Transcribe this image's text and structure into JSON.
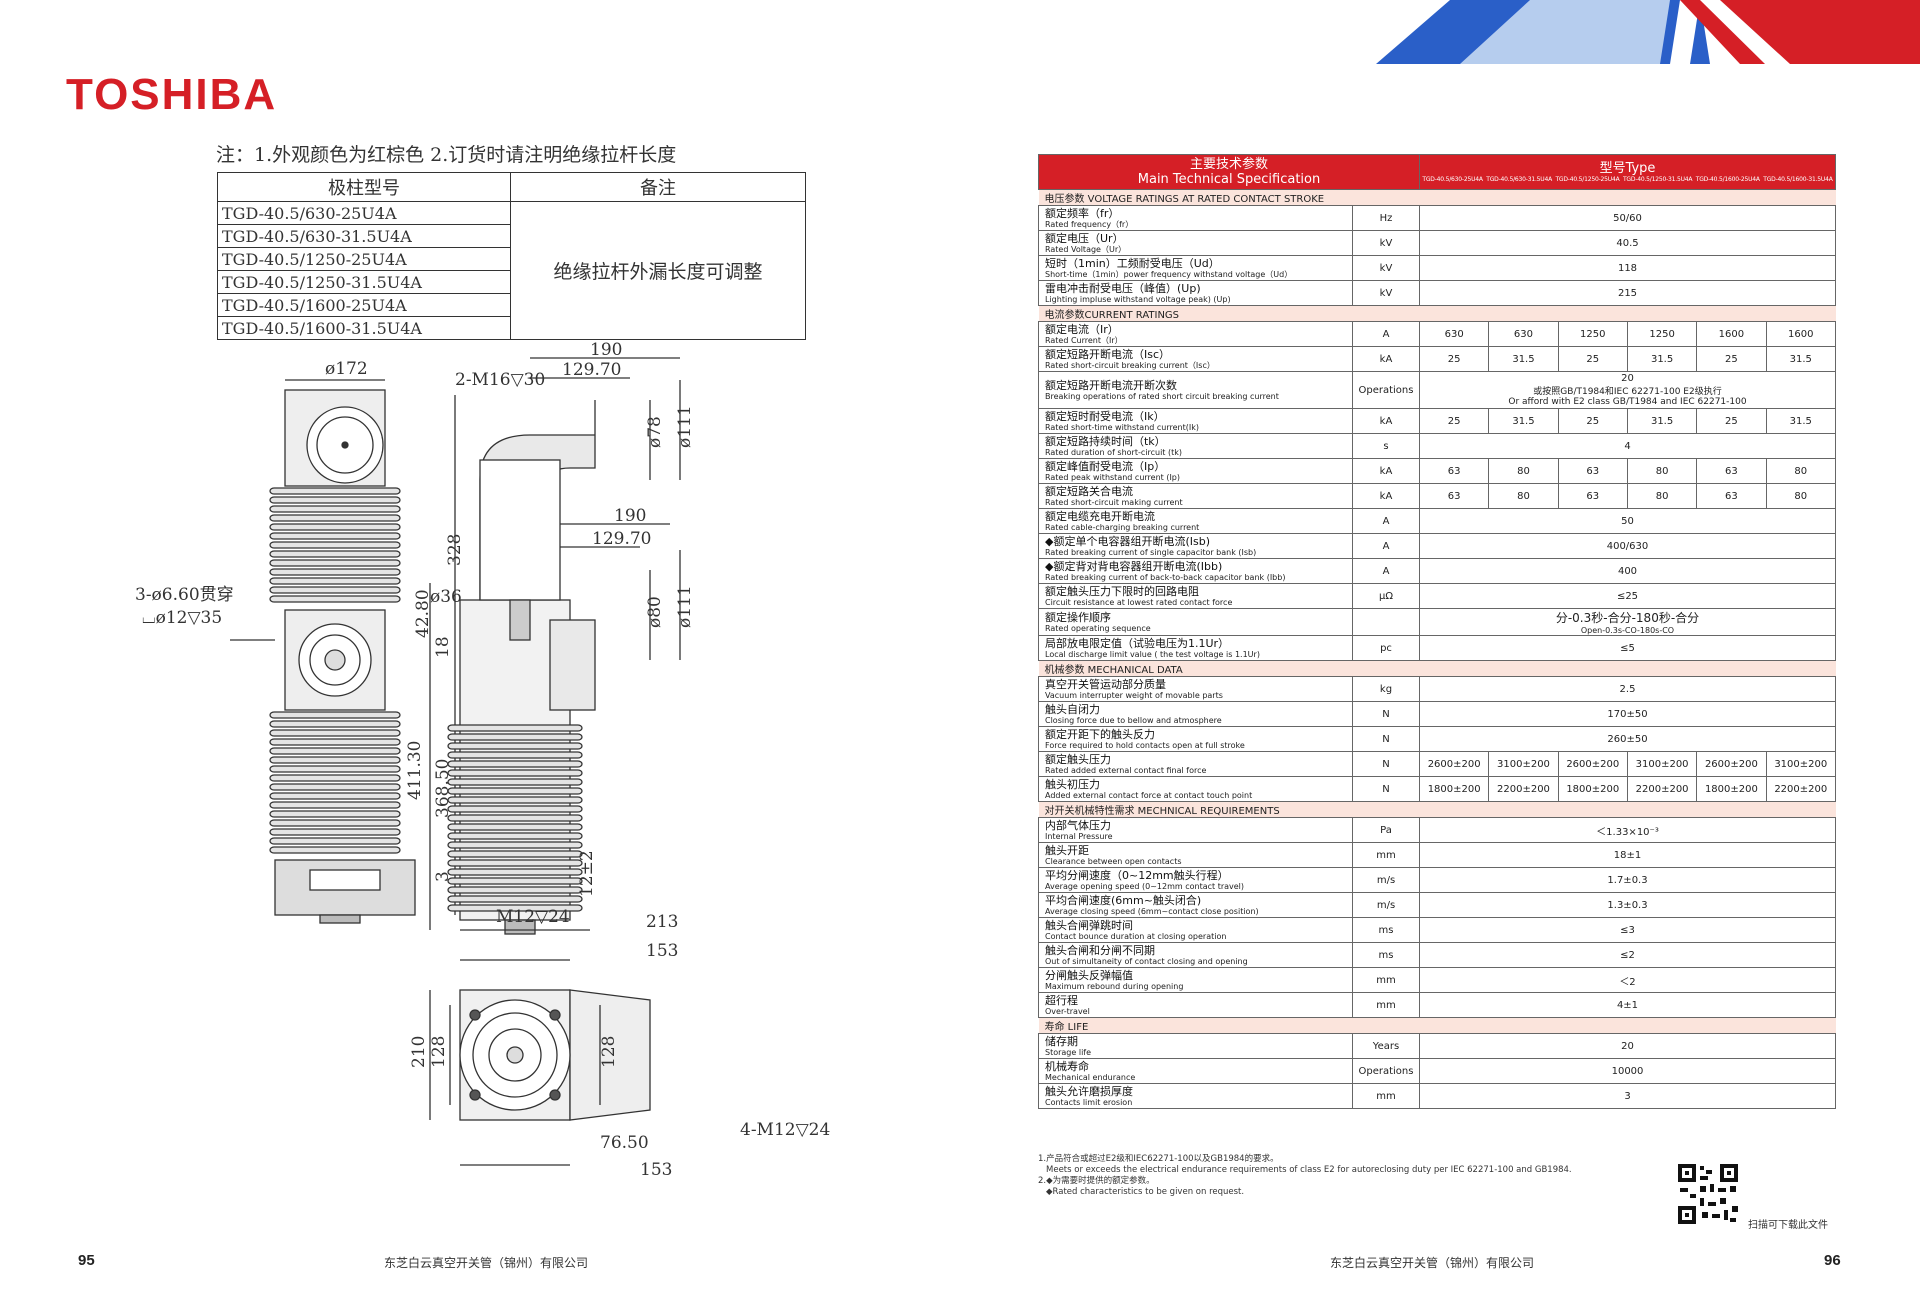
{
  "brand": {
    "logo": "TOSHIBA"
  },
  "left": {
    "note": "注：1.外观颜色为红棕色 2.订货时请注明绝缘拉杆长度",
    "models_table": {
      "headers": [
        "极柱型号",
        "备注"
      ],
      "models": [
        "TGD-40.5/630-25U4A",
        "TGD-40.5/630-31.5U4A",
        "TGD-40.5/1250-25U4A",
        "TGD-40.5/1250-31.5U4A",
        "TGD-40.5/1600-25U4A",
        "TGD-40.5/1600-31.5U4A"
      ],
      "remark": "绝缘拉杆外漏长度可调整"
    },
    "dims": {
      "d172": "ø172",
      "m16": "2-M16▽30",
      "h328": "328",
      "holes1": "3-ø6.60贯穿",
      "holes2": "⌴ø12▽35",
      "d36": "ø36",
      "h18": "18",
      "h368": "368.50",
      "h3": "3",
      "w190a": "190",
      "w129a": "129.70",
      "d78": "ø78",
      "d111a": "ø111",
      "w190b": "190",
      "w129b": "129.70",
      "h42": "42.80",
      "d80": "ø80",
      "d111b": "ø111",
      "h411": "411.30",
      "h12": "12±2",
      "m12": "M12▽24",
      "w213": "213",
      "w153a": "153",
      "h210": "210",
      "h128a": "128",
      "h128b": "128",
      "m12b": "4-M12▽24",
      "w76": "76.50",
      "w153b": "153"
    },
    "page_number": "95",
    "footer": "东芝白云真空开关管（锦州）有限公司"
  },
  "right": {
    "header": {
      "spec_cn": "主要技术参数",
      "spec_en": "Main Technical Specification",
      "type_label": "型号Type",
      "types": [
        "TGD-40.5/630-25U4A",
        "TGD-40.5/630-31.5U4A",
        "TGD-40.5/1250-25U4A",
        "TGD-40.5/1250-31.5U4A",
        "TGD-40.5/1600-25U4A",
        "TGD-40.5/1600-31.5U4A"
      ]
    },
    "sections": {
      "voltage": "电压参数 VOLTAGE RATINGS AT RATED CONTACT STROKE",
      "current": "电流参数CURRENT RATINGS",
      "mech": "机械参数 MECHANICAL DATA",
      "req": "对开关机械特性需求 MECHNICAL  REQUIREMENTS",
      "life": "寿命 LIFE"
    },
    "rows": {
      "freq": {
        "cn": "额定频率（fr）",
        "en": "Rated frequency（fr）",
        "unit": "Hz",
        "val": "50/60"
      },
      "volt": {
        "cn": "额定电压（Ur）",
        "en": "Rated Voltage（Ur）",
        "unit": "kV",
        "val": "40.5"
      },
      "short": {
        "cn": "短时（1min）工频耐受电压（Ud）",
        "en": "Short-time（1min）power frequency withstand voltage（Ud）",
        "unit": "kV",
        "val": "118"
      },
      "light": {
        "cn": "雷电冲击耐受电压（峰值）(Up)",
        "en": "Lighting impluse  withstand voltage peak) (Up)",
        "unit": "kV",
        "val": "215"
      },
      "ir": {
        "cn": "额定电流（Ir）",
        "en": "Rated Current（Ir）",
        "unit": "A",
        "vals": [
          "630",
          "630",
          "1250",
          "1250",
          "1600",
          "1600"
        ]
      },
      "isc": {
        "cn": "额定短路开断电流（Isc）",
        "en": "Rated short-circuit breaking current（Isc）",
        "unit": "kA",
        "vals": [
          "25",
          "31.5",
          "25",
          "31.5",
          "25",
          "31.5"
        ]
      },
      "ops": {
        "cn": "额定短路开断电流开断次数",
        "en": "Breaking operations of rated short circuit breaking current",
        "unit": "Operations",
        "val": "20",
        "val2": "或按照GB/T1984和IEC 62271-100 E2级执行",
        "val3": "Or afford with E2 class GB/T1984 and IEC 62271-100"
      },
      "ik": {
        "cn": "额定短时耐受电流（Ik）",
        "en": "Rated short-time withstand current(Ik)",
        "unit": "kA",
        "vals": [
          "25",
          "31.5",
          "25",
          "31.5",
          "25",
          "31.5"
        ]
      },
      "tk": {
        "cn": "额定短路持续时间（tk）",
        "en": "Rated duration of short-circuit (tk)",
        "unit": "s",
        "val": "4"
      },
      "ip": {
        "cn": "额定峰值耐受电流（Ip）",
        "en": "Rated peak withstand current (Ip)",
        "unit": "kA",
        "vals": [
          "63",
          "80",
          "63",
          "80",
          "63",
          "80"
        ]
      },
      "make": {
        "cn": "额定短路关合电流",
        "en": "Rated short-circuit making current",
        "unit": "kA",
        "vals": [
          "63",
          "80",
          "63",
          "80",
          "63",
          "80"
        ]
      },
      "cable": {
        "cn": "额定电缆充电开断电流",
        "en": "Rated cable-charging breaking current",
        "unit": "A",
        "val": "50"
      },
      "isb": {
        "cn": "◆额定单个电容器组开断电流(Isb)",
        "en": "Rated breaking current of single capacitor bank (Isb)",
        "unit": "A",
        "val": "400/630"
      },
      "ibb": {
        "cn": "◆额定背对背电容器组开断电流(Ibb)",
        "en": "Rated breaking current of back-to-back capacitor bank (Ibb)",
        "unit": "A",
        "val": "400"
      },
      "res": {
        "cn": "额定触头压力下限时的回路电阻",
        "en": "Circuit resistance at lowest rated contact force",
        "unit": "μΩ",
        "val": "≤25"
      },
      "seq": {
        "cn": "额定操作顺序",
        "en": "Rated operating sequence",
        "unit": "",
        "val": "分-0.3秒-合分-180秒-合分",
        "val2": "Open-0.3s-CO-180s-CO"
      },
      "pd": {
        "cn": "局部放电限定值（试验电压为1.1Ur）",
        "en": "Local discharge limit value ( the test voltage is 1.1Ur)",
        "unit": "pc",
        "val": "≤5"
      },
      "weight": {
        "cn": "真空开关管运动部分质量",
        "en": "Vacuum interrupter weight of movable parts",
        "unit": "kg",
        "val": "2.5"
      },
      "self": {
        "cn": "触头自闭力",
        "en": "Closing force due to bellow and atmosphere",
        "unit": "N",
        "val": "170±50"
      },
      "react": {
        "cn": "额定开距下的触头反力",
        "en": "Force required to hold contacts open at full stroke",
        "unit": "N",
        "val": "260±50"
      },
      "cforce": {
        "cn": "额定触头压力",
        "en": "Rated added external contact final force",
        "unit": "N",
        "vals": [
          "2600±200",
          "3100±200",
          "2600±200",
          "3100±200",
          "2600±200",
          "3100±200"
        ]
      },
      "iforce": {
        "cn": "触头初压力",
        "en": "Added external contact force at contact touch point",
        "unit": "N",
        "vals": [
          "1800±200",
          "2200±200",
          "1800±200",
          "2200±200",
          "1800±200",
          "2200±200"
        ]
      },
      "press": {
        "cn": "内部气体压力",
        "en": "Internal Pressure",
        "unit": "Pa",
        "val": "＜1.33×10⁻³"
      },
      "gap": {
        "cn": "触头开距",
        "en": "Clearance between open contacts",
        "unit": "mm",
        "val": "18±1"
      },
      "ospeed": {
        "cn": "平均分闸速度（0~12mm触头行程）",
        "en": "Average opening speed (0~12mm contact travel)",
        "unit": "m/s",
        "val": "1.7±0.3"
      },
      "cspeed": {
        "cn": "平均合闸速度(6mm~触头闭合)",
        "en": "Average closing speed (6mm~contact close position)",
        "unit": "m/s",
        "val": "1.3±0.3"
      },
      "bounce": {
        "cn": "触头合闸弹跳时间",
        "en": "Contact bounce duration at closing operation",
        "unit": "ms",
        "val": "≤3"
      },
      "simul": {
        "cn": "触头合闸和分闸不同期",
        "en": "Out of simultaneity of contact closing and opening",
        "unit": "ms",
        "val": "≤2"
      },
      "rebound": {
        "cn": "分闸触头反弹幅值",
        "en": "Maximum rebound during opening",
        "unit": "mm",
        "val": "＜2"
      },
      "over": {
        "cn": "超行程",
        "en": "Over-travel",
        "unit": "mm",
        "val": "4±1"
      },
      "storage": {
        "cn": "储存期",
        "en": "Storage life",
        "unit": "Years",
        "val": "20"
      },
      "mlife": {
        "cn": "机械寿命",
        "en": "Mechanical endurance",
        "unit": "Operations",
        "val": "10000"
      },
      "erosion": {
        "cn": "触头允许磨损厚度",
        "en": "Contacts limit erosion",
        "unit": "mm",
        "val": "3"
      }
    },
    "footnotes": [
      "1.产品符合或超过E2级和IEC62271-100以及GB1984的要求。",
      "Meets or exceeds the electrical endurance requirements of class E2 for autoreclosing duty per IEC 62271-100 and GB1984.",
      "2.◆为需要时提供的额定参数。",
      "◆Rated characteristics to be given on request."
    ],
    "qr_caption": "扫描可下载此文件",
    "page_number": "96",
    "footer": "东芝白云真空开关管（锦州）有限公司"
  }
}
